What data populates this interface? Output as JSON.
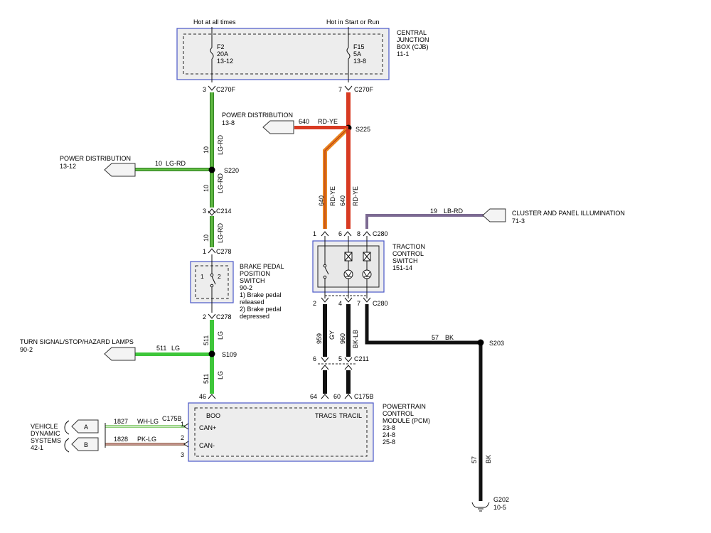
{
  "cjb": {
    "top_left_label": "Hot at all times",
    "top_right_label": "Hot in Start or Run",
    "title": [
      "CENTRAL",
      "JUNCTION",
      "BOX (CJB)",
      "11-1"
    ],
    "fuse_left": [
      "F2",
      "20A",
      "13-12"
    ],
    "fuse_right": [
      "F15",
      "5A",
      "13-8"
    ],
    "pin_left": "3",
    "conn_left": "C270F",
    "pin_right": "7",
    "conn_right": "C270F"
  },
  "left_branch": {
    "wire_lg_rd": "LG-RD",
    "circuit_10": "10",
    "splice_s220": "S220",
    "power_dist_label": "POWER DISTRIBUTION",
    "power_dist_ref": "13-12",
    "pd_circuit": "10",
    "pd_color": "LG-RD",
    "c214_pin": "3",
    "c214": "C214",
    "c278_pin_top": "1",
    "c278_top": "C278",
    "bpps_title": [
      "BRAKE PEDAL",
      "POSITION",
      "SWITCH",
      "90-2",
      "1) Brake pedal",
      "released",
      "2) Brake pedal",
      "depressed"
    ],
    "bpps_pin1": "1",
    "bpps_pin2": "2",
    "c278_pin_bottom": "2",
    "c278_bottom": "C278",
    "circuit_511": "511",
    "wire_lg": "LG",
    "splice_s109": "S109",
    "turn_label": "TURN SIGNAL/STOP/HAZARD LAMPS",
    "turn_ref": "90-2",
    "turn_circuit": "511",
    "turn_color": "LG"
  },
  "right_branch": {
    "splice_s225": "S225",
    "pd_label": "POWER DISTRIBUTION",
    "pd_ref": "13-8",
    "pd_circuit": "640",
    "pd_color": "RD-YE",
    "circuit_640": "640",
    "wire_rd_ye": "RD-YE",
    "cluster_label": "CLUSTER AND PANEL ILLUMINATION",
    "cluster_ref": "71-3",
    "cluster_circuit": "19",
    "cluster_color": "LB-RD",
    "c280_pins_top": [
      "1",
      "6",
      "8"
    ],
    "c280_top": "C280",
    "tcs_title": [
      "TRACTION",
      "CONTROL",
      "SWITCH",
      "151-14"
    ],
    "c280_pins_bottom": [
      "2",
      "4",
      "7"
    ],
    "c280_bottom": "C280",
    "circuit_959": "959",
    "wire_gy": "GY",
    "circuit_960": "960",
    "wire_bk_lb": "BK-LB",
    "c211_pins": [
      "6",
      "5"
    ],
    "c211": "C211",
    "gnd_circuit": "57",
    "gnd_color": "BK",
    "splice_s203": "S203",
    "ground_label": "G202",
    "ground_ref": "10-5"
  },
  "pcm": {
    "title": [
      "POWERTRAIN",
      "CONTROL",
      "MODULE (PCM)",
      "23-8",
      "24-8",
      "25-8"
    ],
    "pin_46": "46",
    "pin_64": "64",
    "pin_60": "60",
    "c175b_top": "C175B",
    "sig_boo": "BOO",
    "sig_tracs": "TRACS",
    "sig_tracil": "TRACIL",
    "can_plus": "CAN+",
    "can_minus": "CAN-",
    "c175b_left": "C175B",
    "pin_1": "1",
    "pin_2": "2",
    "pin_3": "3",
    "can_a": "A",
    "can_b": "B",
    "can_a_circuit": "1827",
    "can_a_color": "WH-LG",
    "can_b_circuit": "1828",
    "can_b_color": "PK-LG",
    "vds_title": [
      "VEHICLE",
      "DYNAMIC",
      "SYSTEMS",
      "42-1"
    ]
  },
  "colors": {
    "lg_rd": "#46a032",
    "lg": "#3ec63a",
    "rd_ye": "#d83a22",
    "rd_ye_alt": "#e8841e",
    "bk": "#111111",
    "lb_rd": "#7c6a92",
    "wh_lg": "#8fcf7a",
    "pk_lg": "#a07a62",
    "box_border": "#4a58c8"
  }
}
